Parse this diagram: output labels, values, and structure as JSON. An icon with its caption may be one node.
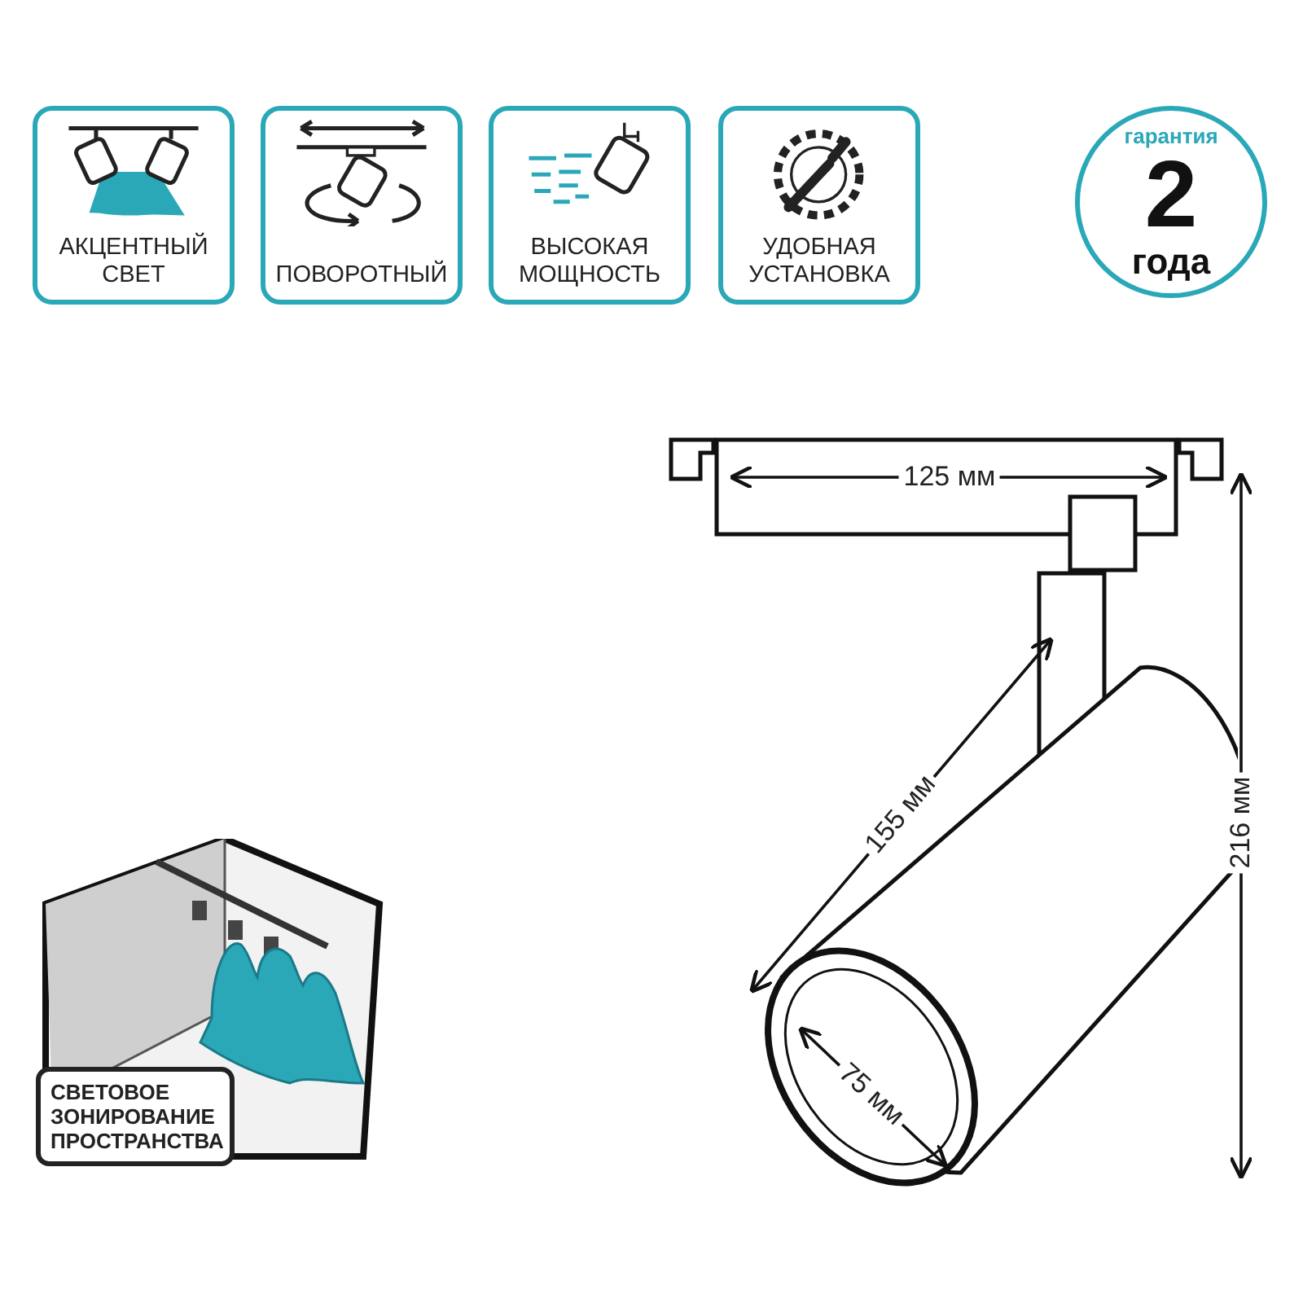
{
  "diagram": {
    "nodes": [
      {
        "text": [
          "АКЦЕНТНЫЙ СВЕТ"
        ]
      },
      {
        "text": [
          "ПОВОРОТНЫЙ"
        ]
      },
      {
        "text": [
          "ВЫСОКАЯ МОЩНОСТЬ"
        ]
      },
      {
        "text": [
          "УДОБНАЯ УСТАНОВКА"
        ]
      },
      {
        "text": [
          "гарантия",
          "2",
          "года"
        ]
      },
      {
        "text": [
          "СВЕТОВОЕ ЗОНИРОВАНИЕ ПРОСТРАНСТВА"
        ]
      }
    ],
    "labels": [
      "125 мм",
      "155 мм",
      "216 мм",
      "75 мм"
    ]
  }
}
